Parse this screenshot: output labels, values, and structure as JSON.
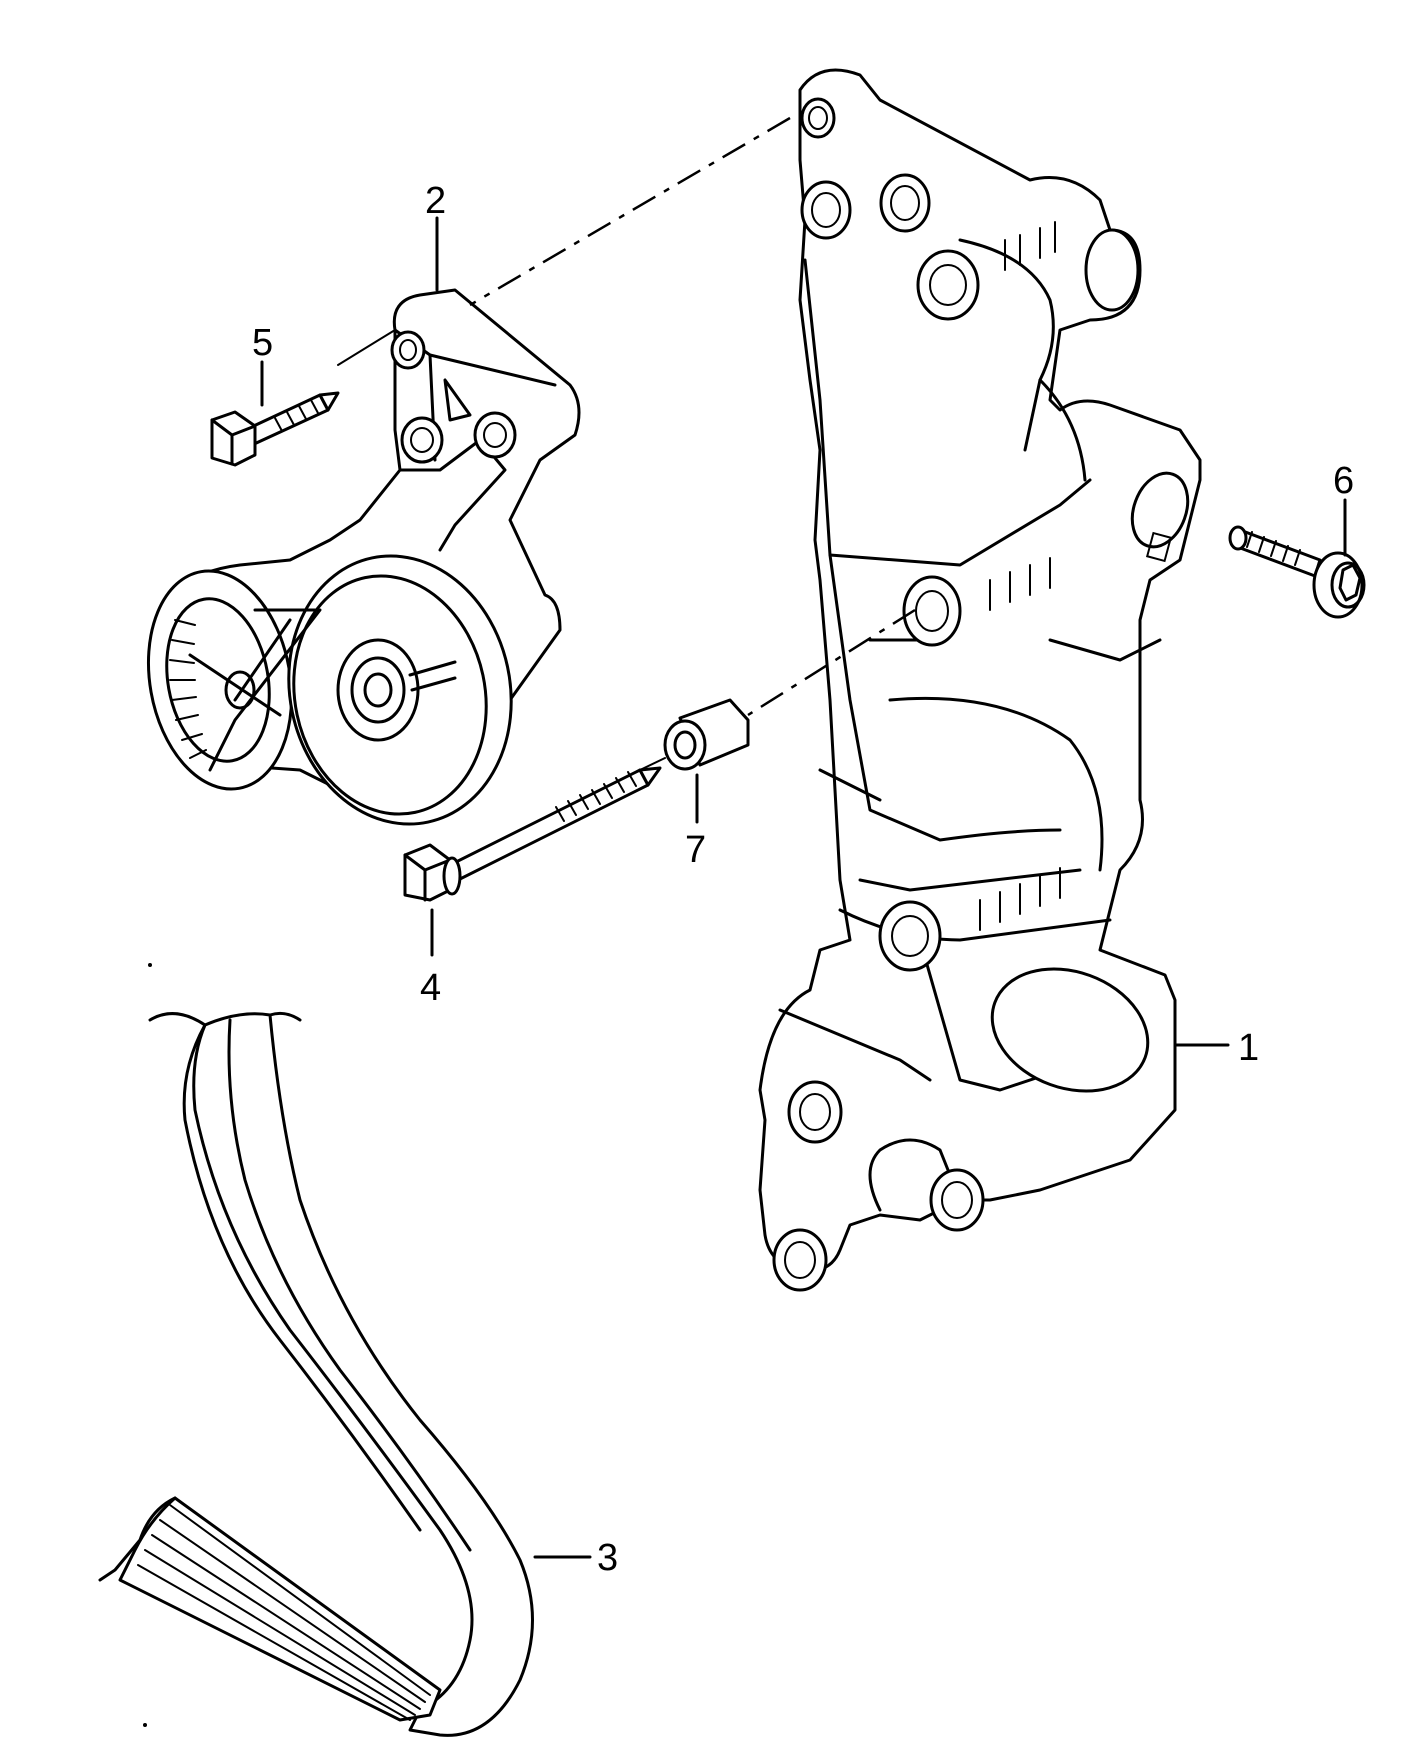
{
  "diagram": {
    "callouts": [
      {
        "id": "callout-1",
        "text": "1",
        "part": "bracket"
      },
      {
        "id": "callout-2",
        "text": "2",
        "part": "tensioner"
      },
      {
        "id": "callout-3",
        "text": "3",
        "part": "ribbed-belt"
      },
      {
        "id": "callout-4",
        "text": "4",
        "part": "long-bolt"
      },
      {
        "id": "callout-5",
        "text": "5",
        "part": "short-bolt"
      },
      {
        "id": "callout-6",
        "text": "6",
        "part": "flange-bolt"
      },
      {
        "id": "callout-7",
        "text": "7",
        "part": "sleeve"
      }
    ],
    "line_color": "#000000",
    "background": "#ffffff"
  }
}
